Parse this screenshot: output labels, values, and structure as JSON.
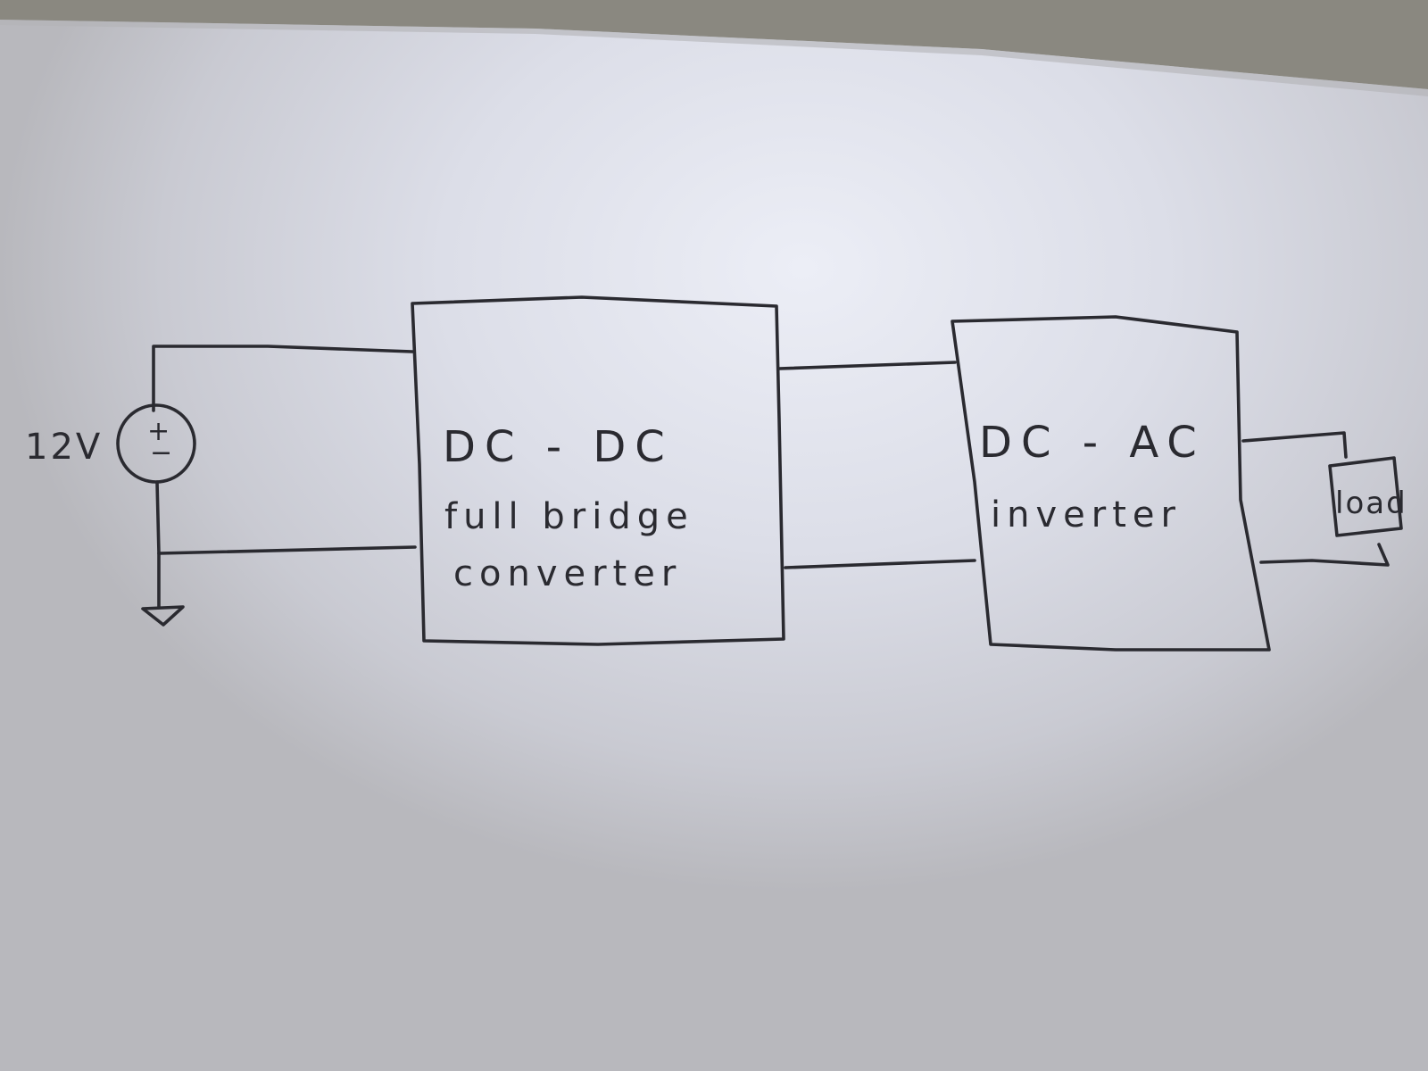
{
  "source": {
    "voltage_label": "12V",
    "plus_sign": "+",
    "minus_sign": "−"
  },
  "dcdc_block": {
    "line1": "DC - DC",
    "line2": "full bridge",
    "line3": "converter"
  },
  "dcac_block": {
    "line1": "DC - AC",
    "line2": "inverter"
  },
  "load_block": {
    "label": "load"
  },
  "colors": {
    "paper": "#dcdee8",
    "ink": "#2a2a30",
    "background": "#8e8c86"
  }
}
